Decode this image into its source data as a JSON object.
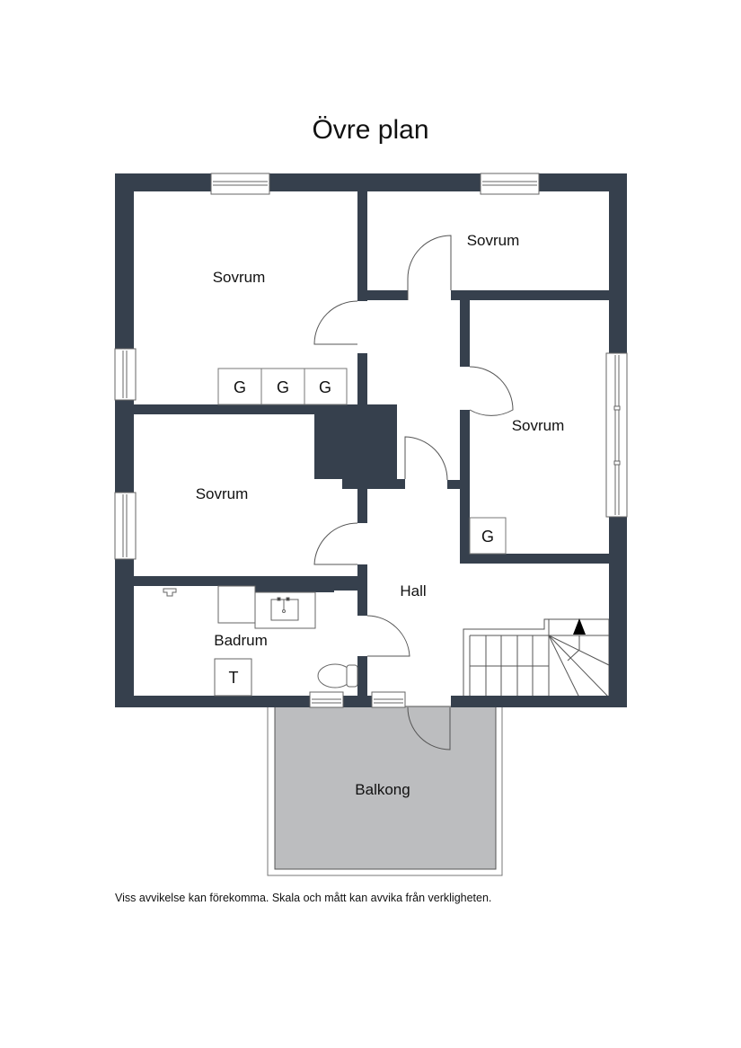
{
  "title": "Övre plan",
  "disclaimer": "Viss avvikelse kan förekomma. Skala och mått kan avvika från verkligheten.",
  "colors": {
    "wall": "#36404d",
    "balcony_fill": "#bcbdbf",
    "line": "#555555",
    "background": "#ffffff"
  },
  "rooms": [
    {
      "label": "Sovrum",
      "name": "bedroom-top-left"
    },
    {
      "label": "Sovrum",
      "name": "bedroom-top-right"
    },
    {
      "label": "Sovrum",
      "name": "bedroom-right"
    },
    {
      "label": "Sovrum",
      "name": "bedroom-middle-left"
    },
    {
      "label": "Hall",
      "name": "hall"
    },
    {
      "label": "Badrum",
      "name": "bathroom"
    },
    {
      "label": "Balkong",
      "name": "balcony"
    }
  ],
  "fixtures": {
    "wardrobe": "G",
    "washer": "T"
  }
}
